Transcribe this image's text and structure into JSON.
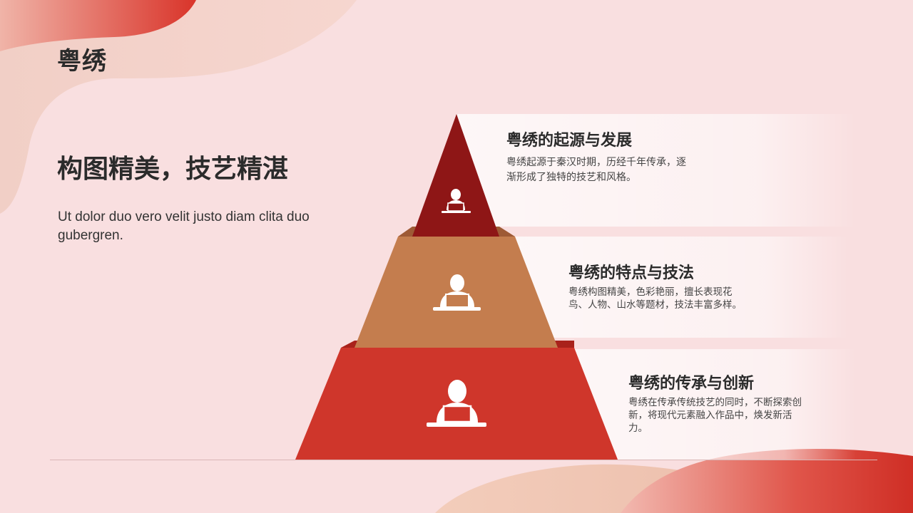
{
  "slide": {
    "title": "粤绣",
    "heading": "构图精美，技艺精湛",
    "description": "Ut dolor duo vero velit justo diam clita duo gubergren."
  },
  "pyramid": {
    "levels": [
      {
        "title": "粤绣的起源与发展",
        "body": "粤绣起源于秦汉时期，历经千年传承，逐渐形成了独特的技艺和风格。",
        "color": "#8e1616",
        "icon": "person-laptop-icon"
      },
      {
        "title": "粤绣的特点与技法",
        "body": "粤绣构图精美，色彩艳丽，擅长表现花鸟、人物、山水等题材，技法丰富多样。",
        "color": "#c47d4e",
        "icon": "person-laptop-icon"
      },
      {
        "title": "粤绣的传承与创新",
        "body": "粤绣在传承传统技艺的同时，不断探索创新，将现代元素融入作品中，焕发新活力。",
        "color": "#cf362b",
        "icon": "person-laptop-icon"
      }
    ]
  },
  "colors": {
    "background": "#f9dfe0",
    "accent": "#cf362b"
  }
}
